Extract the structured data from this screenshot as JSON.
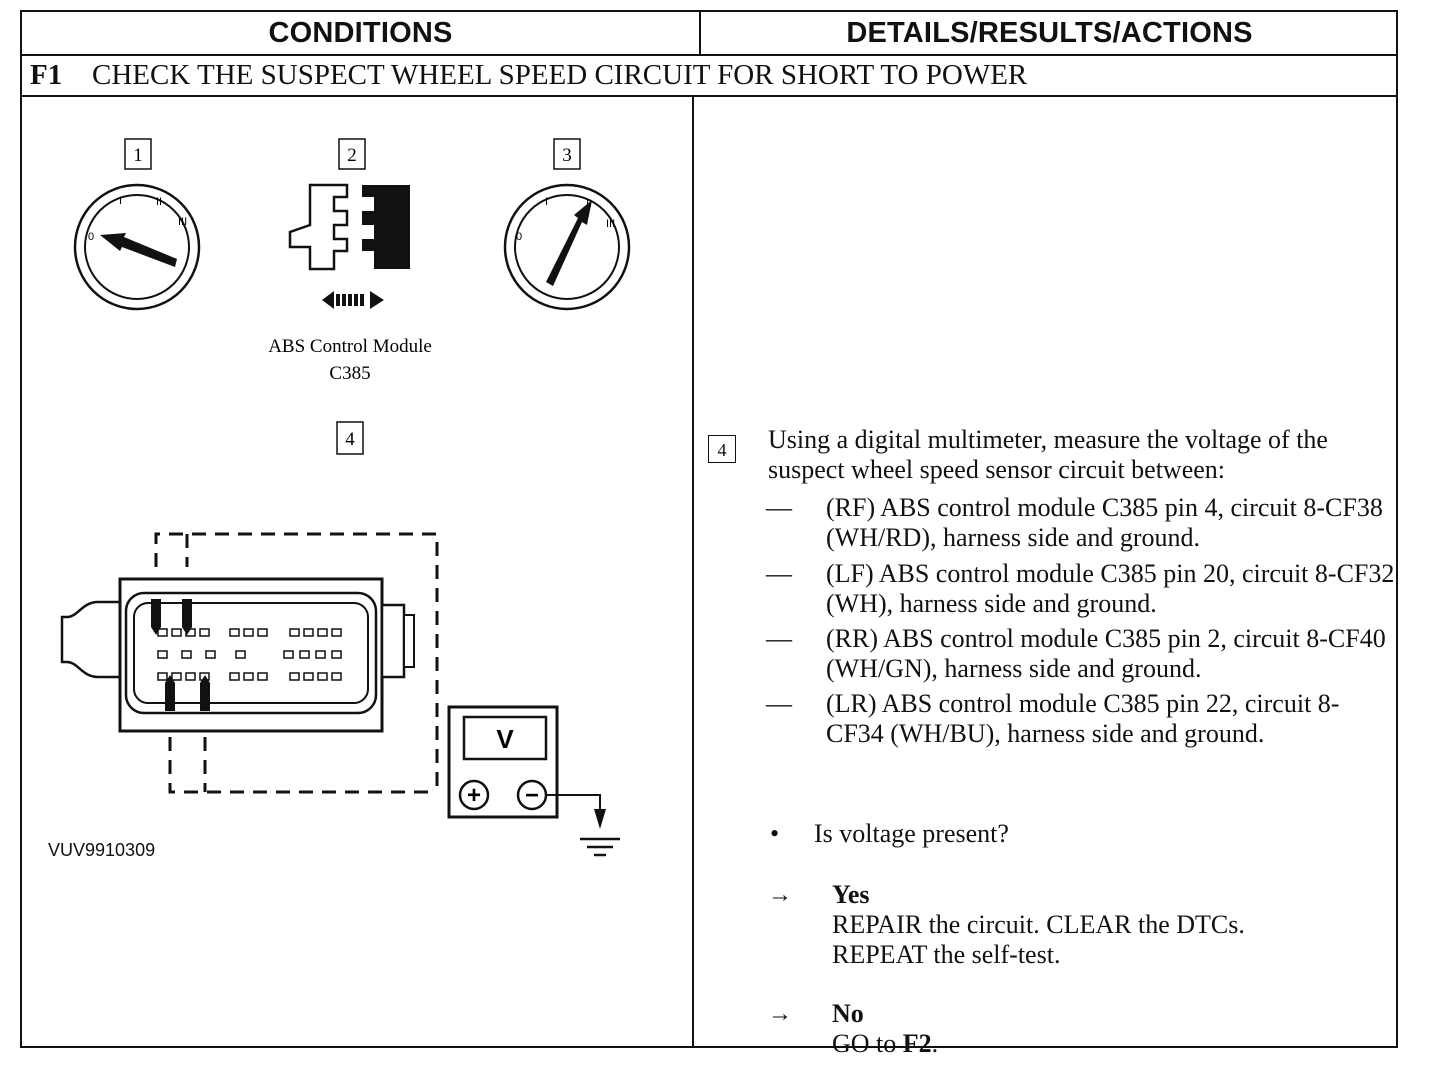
{
  "header": {
    "conditions": "CONDITIONS",
    "details": "DETAILS/RESULTS/ACTIONS"
  },
  "step": {
    "id": "F1",
    "title": "CHECK THE SUSPECT WHEEL SPEED CIRCUIT FOR SHORT TO POWER"
  },
  "diagram": {
    "step_labels": [
      "1",
      "2",
      "3",
      "4"
    ],
    "ignition_positions": [
      "0",
      "I",
      "II",
      "III"
    ],
    "module_caption_line1": "ABS Control Module",
    "module_caption_line2": "C385",
    "meter_label": "V",
    "plus": "+",
    "minus": "−",
    "figure_id": "VUV9910309"
  },
  "details": {
    "step_number": "4",
    "intro": "Using a digital multimeter, measure the voltage of the suspect wheel speed sensor circuit between:",
    "dash": "—",
    "items": [
      "(RF) ABS control module C385 pin 4, circuit 8-CF38 (WH/RD), harness side and ground.",
      "(LF) ABS control module C385 pin 20, circuit 8-CF32 (WH), harness side and ground.",
      "(RR) ABS control module C385 pin 2, circuit 8-CF40 (WH/GN), harness side and ground.",
      "(LR) ABS control module C385 pin 22, circuit 8-CF34 (WH/BU), harness side and ground."
    ],
    "bullet_symbol": "•",
    "question": "Is voltage present?",
    "arrow_symbol": "→",
    "yes_label": "Yes",
    "yes_action_1": "REPAIR the circuit. CLEAR the DTCs.",
    "yes_action_2": "REPEAT the self-test.",
    "no_label": "No",
    "no_action_prefix": "GO to ",
    "no_action_target": "F2",
    "no_action_suffix": "."
  }
}
